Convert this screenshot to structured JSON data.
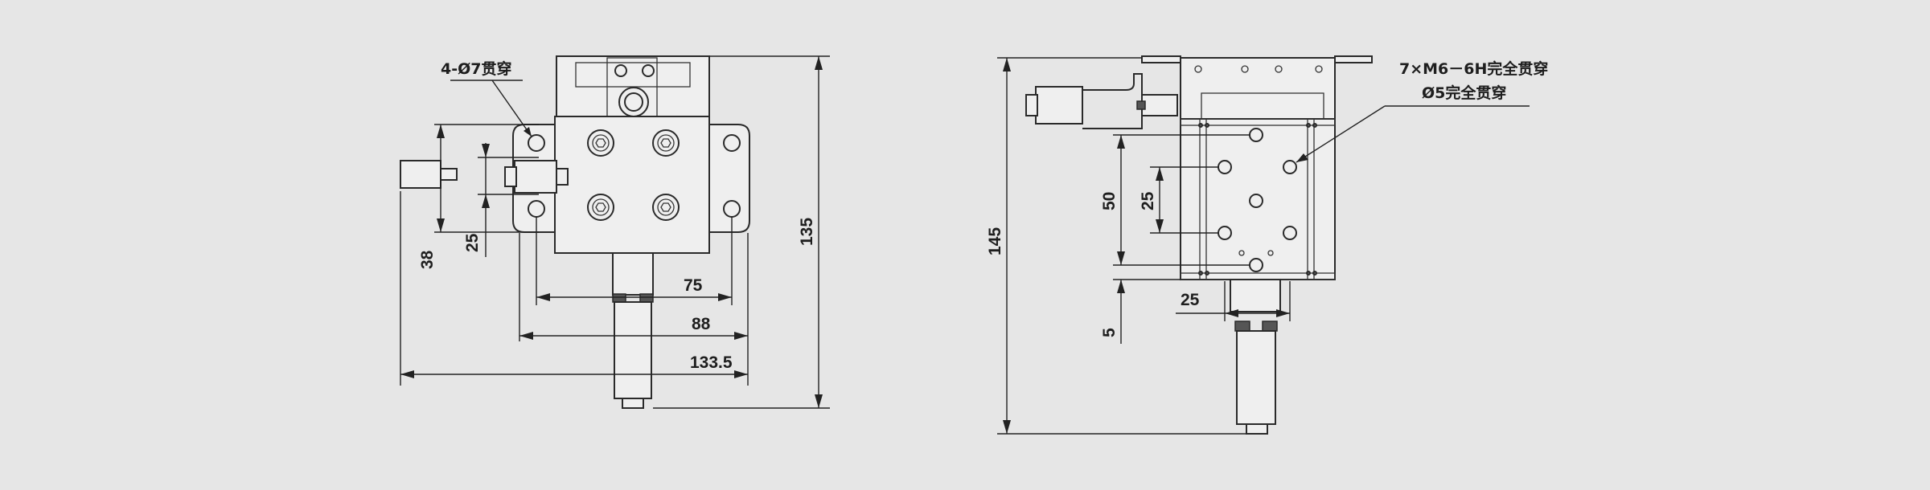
{
  "front_view": {
    "hole_note": "4-Ø7贯穿",
    "dim_38": "38",
    "dim_25": "25",
    "dim_75": "75",
    "dim_88": "88",
    "dim_133_5": "133.5",
    "dim_135": "135"
  },
  "side_view": {
    "thread_note": "7×M6－6H完全贯穿",
    "hole_note": "Ø5完全贯穿",
    "dim_145": "145",
    "dim_50": "50",
    "dim_25_vertical": "25",
    "dim_25_horizontal": "25",
    "dim_5": "5"
  }
}
